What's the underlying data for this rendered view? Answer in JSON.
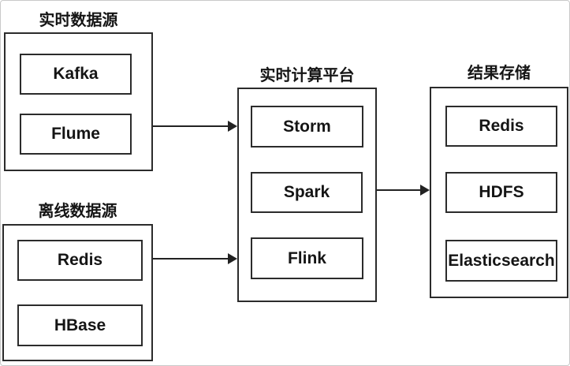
{
  "diagram": {
    "groups": [
      {
        "title": "实时数据源",
        "items": [
          "Kafka",
          "Flume"
        ]
      },
      {
        "title": "离线数据源",
        "items": [
          "Redis",
          "HBase"
        ]
      },
      {
        "title": "实时计算平台",
        "items": [
          "Storm",
          "Spark",
          "Flink"
        ]
      },
      {
        "title": "结果存储",
        "items": [
          "Redis",
          "HDFS",
          "Elasticsearch"
        ]
      }
    ],
    "connections": [
      {
        "from": "实时数据源",
        "to": "实时计算平台"
      },
      {
        "from": "离线数据源",
        "to": "实时计算平台"
      },
      {
        "from": "实时计算平台",
        "to": "结果存储"
      }
    ],
    "colors": {
      "stroke": "#2b2b2b",
      "background": "#ffffff",
      "frame_border": "#c9c9c9"
    }
  }
}
